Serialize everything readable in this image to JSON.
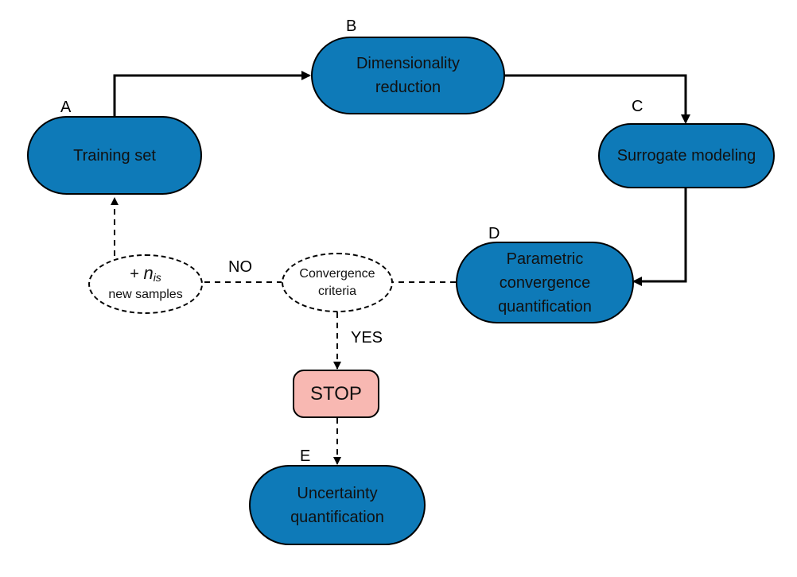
{
  "nodes": {
    "training": {
      "letter": "A",
      "text": "Training set"
    },
    "dimred": {
      "letter": "B",
      "line1": "Dimensionality",
      "line2": "reduction"
    },
    "surrogate": {
      "letter": "C",
      "text": "Surrogate modeling"
    },
    "parametric": {
      "letter": "D",
      "line1": "Parametric",
      "line2": "convergence",
      "line3": "quantification"
    },
    "uncertainty": {
      "letter": "E",
      "line1": "Uncertainty",
      "line2": "quantification"
    },
    "stop": {
      "text": "STOP"
    },
    "convergence": {
      "line1": "Convergence",
      "line2": "criteria"
    },
    "new_samples": {
      "plus": "+ ",
      "n": "n",
      "sub": "is",
      "line2": "new samples"
    }
  },
  "edge_labels": {
    "no": "NO",
    "yes": "YES"
  },
  "colors": {
    "process": "#0e7ab8",
    "stop": "#f8b8b2",
    "stroke": "#000000"
  }
}
